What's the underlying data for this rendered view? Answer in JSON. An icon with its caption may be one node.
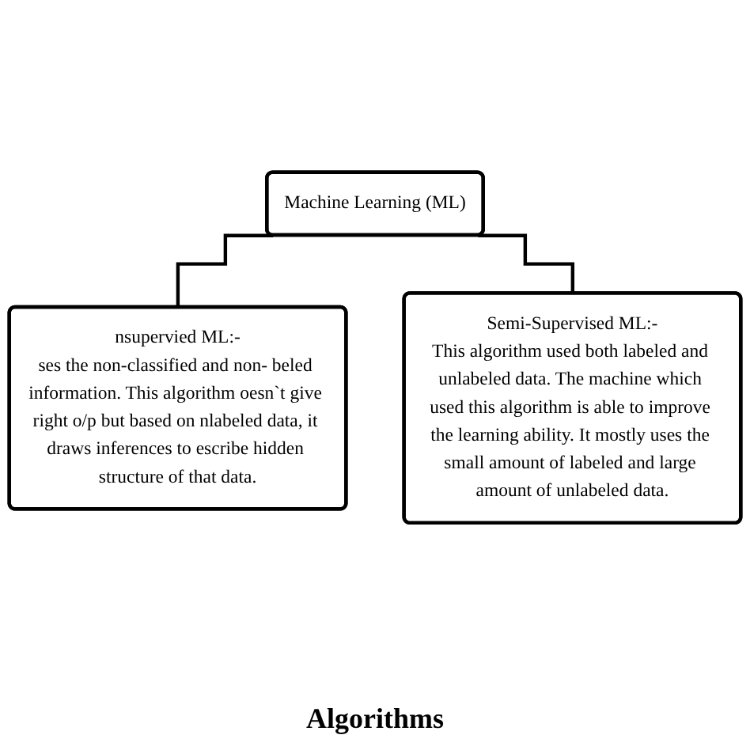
{
  "diagram": {
    "nodes": [
      {
        "text": [
          "Machine Learning (ML)"
        ]
      },
      {
        "text": [
          "nsupervied ML:-",
          "ses the non-classified and non- beled information. This algorithm oesn`t give right o/p but based on nlabeled data, it draws inferences to escribe hidden structure of that data."
        ]
      },
      {
        "text": [
          "Semi-Supervised ML:-",
          "This algorithm used both labeled and unlabeled data. The machine which used this algorithm is able to improve the learning ability. It mostly uses the small amount of labeled and large amount of unlabeled data."
        ]
      }
    ],
    "edges": [
      {
        "from": 0,
        "to": 1,
        "arrow": "none"
      },
      {
        "from": 0,
        "to": 2,
        "arrow": "none"
      }
    ],
    "labels": [
      "Algorithms"
    ]
  }
}
